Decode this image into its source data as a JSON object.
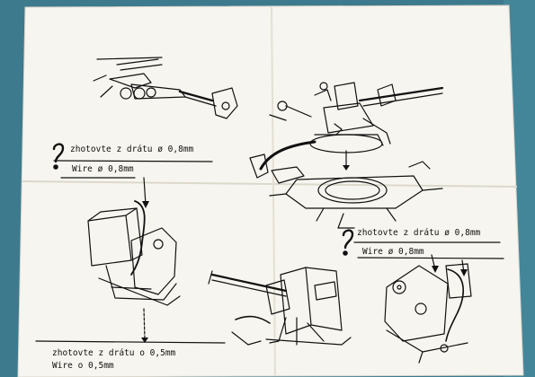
{
  "colors": {
    "background": "#3d7a8e",
    "paper": "#f7f5ef",
    "ink": "#111111"
  },
  "labels": {
    "czech_wire_08_top": "zhotovte z drátu ø 0,8mm",
    "english_wire_08_top": "Wire ø 0,8mm",
    "czech_wire_08_right": "zhotovte z drátu ø 0,8mm",
    "english_wire_08_right": "Wire ø 0,8mm",
    "czech_wire_05": "zhotovte z drátu o 0,5mm",
    "english_wire_05": "Wire o 0,5mm"
  },
  "icons": [
    "hook-symbol-icon",
    "hook-symbol-icon"
  ]
}
